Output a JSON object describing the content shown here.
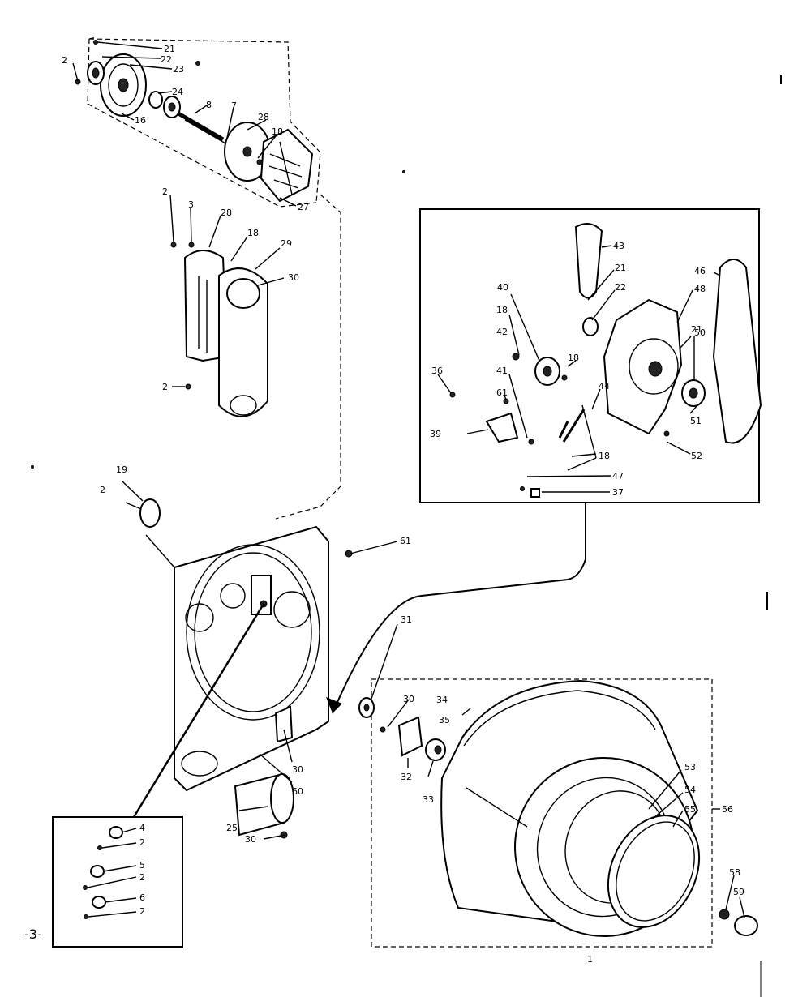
{
  "page_number": "-3-",
  "labels": [
    {
      "id": "l21a",
      "text": "21"
    },
    {
      "id": "l22a",
      "text": "22"
    },
    {
      "id": "l23a",
      "text": "23"
    },
    {
      "id": "l2a",
      "text": "2"
    },
    {
      "id": "l24a",
      "text": "24"
    },
    {
      "id": "l16a",
      "text": "16"
    },
    {
      "id": "l8a",
      "text": "8"
    },
    {
      "id": "l7a",
      "text": "7"
    },
    {
      "id": "l28a",
      "text": "28"
    },
    {
      "id": "l18a",
      "text": "18"
    },
    {
      "id": "l27a",
      "text": "27"
    },
    {
      "id": "l2b",
      "text": "2"
    },
    {
      "id": "l3a",
      "text": "3"
    },
    {
      "id": "l28b",
      "text": "28"
    },
    {
      "id": "l18b",
      "text": "18"
    },
    {
      "id": "l29a",
      "text": "29"
    },
    {
      "id": "l30a",
      "text": "30"
    },
    {
      "id": "l2c",
      "text": "2"
    },
    {
      "id": "l19a",
      "text": "19"
    },
    {
      "id": "l2d",
      "text": "2"
    },
    {
      "id": "l61a",
      "text": "61"
    },
    {
      "id": "l43a",
      "text": "43"
    },
    {
      "id": "l21b",
      "text": "21"
    },
    {
      "id": "l22b",
      "text": "22"
    },
    {
      "id": "l40a",
      "text": "40"
    },
    {
      "id": "l18c",
      "text": "18"
    },
    {
      "id": "l42a",
      "text": "42"
    },
    {
      "id": "l18d",
      "text": "18"
    },
    {
      "id": "l46a",
      "text": "46"
    },
    {
      "id": "l48a",
      "text": "48"
    },
    {
      "id": "l50a",
      "text": "50"
    },
    {
      "id": "l21c",
      "text": "21"
    },
    {
      "id": "l36a",
      "text": "36"
    },
    {
      "id": "l41a",
      "text": "41"
    },
    {
      "id": "l61b",
      "text": "61"
    },
    {
      "id": "l44a",
      "text": "44"
    },
    {
      "id": "l51a",
      "text": "51"
    },
    {
      "id": "l39a",
      "text": "39"
    },
    {
      "id": "l18e",
      "text": "18"
    },
    {
      "id": "l52a",
      "text": "52"
    },
    {
      "id": "l47a",
      "text": "47"
    },
    {
      "id": "l37a",
      "text": "37"
    },
    {
      "id": "l31a",
      "text": "31"
    },
    {
      "id": "l30b",
      "text": "30"
    },
    {
      "id": "l34a",
      "text": "34"
    },
    {
      "id": "l35a",
      "text": "35"
    },
    {
      "id": "l32a",
      "text": "32"
    },
    {
      "id": "l33a",
      "text": "33"
    },
    {
      "id": "l30c",
      "text": "30"
    },
    {
      "id": "l60a",
      "text": "60"
    },
    {
      "id": "l25a",
      "text": "25"
    },
    {
      "id": "l30d",
      "text": "30"
    },
    {
      "id": "l53a",
      "text": "53"
    },
    {
      "id": "l54a",
      "text": "54"
    },
    {
      "id": "l55a",
      "text": "55"
    },
    {
      "id": "l56a",
      "text": "56"
    },
    {
      "id": "l58a",
      "text": "58"
    },
    {
      "id": "l59a",
      "text": "59"
    },
    {
      "id": "l1a",
      "text": "1"
    },
    {
      "id": "l4a",
      "text": "4"
    },
    {
      "id": "l2e",
      "text": "2"
    },
    {
      "id": "l5a",
      "text": "5"
    },
    {
      "id": "l2f",
      "text": "2"
    },
    {
      "id": "l6a",
      "text": "6"
    },
    {
      "id": "l2g",
      "text": "2"
    }
  ]
}
